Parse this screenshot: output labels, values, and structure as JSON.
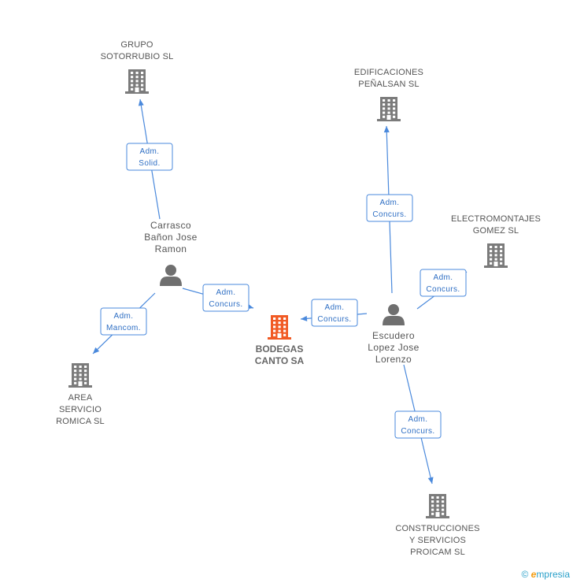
{
  "center": {
    "label": [
      "BODEGAS",
      "CANTO SA"
    ]
  },
  "companies": [
    {
      "id": "grupo",
      "label": [
        "GRUPO",
        "SOTORRUBIO SL"
      ]
    },
    {
      "id": "edif",
      "label": [
        "EDIFICACIONES",
        "PEÑALSAN SL"
      ]
    },
    {
      "id": "electro",
      "label": [
        "ELECTROMONTAJES",
        "GOMEZ SL"
      ]
    },
    {
      "id": "area",
      "label": [
        "AREA",
        "SERVICIO",
        "ROMICA SL"
      ]
    },
    {
      "id": "constr",
      "label": [
        "CONSTRUCCIONES",
        "Y SERVICIOS",
        "PROICAM SL"
      ]
    }
  ],
  "persons": [
    {
      "id": "carrasco",
      "label": [
        "Carrasco",
        "Bañon Jose",
        "Ramon"
      ]
    },
    {
      "id": "escudero",
      "label": [
        "Escudero",
        "Lopez Jose",
        "Lorenzo"
      ]
    }
  ],
  "edges": [
    {
      "from": "carrasco",
      "to": "grupo",
      "label": [
        "Adm.",
        "Solid."
      ]
    },
    {
      "from": "carrasco",
      "to": "center",
      "label": [
        "Adm.",
        "Concurs."
      ]
    },
    {
      "from": "carrasco",
      "to": "area",
      "label": [
        "Adm.",
        "Mancom."
      ]
    },
    {
      "from": "escudero",
      "to": "edif",
      "label": [
        "Adm.",
        "Concurs."
      ]
    },
    {
      "from": "escudero",
      "to": "electro",
      "label": [
        "Adm.",
        "Concurs."
      ]
    },
    {
      "from": "escudero",
      "to": "center",
      "label": [
        "Adm.",
        "Concurs."
      ]
    },
    {
      "from": "escudero",
      "to": "constr",
      "label": [
        "Adm.",
        "Concurs."
      ]
    }
  ],
  "footer": {
    "copyright": "©",
    "brand_e": "e",
    "brand_rest": "mpresia"
  }
}
